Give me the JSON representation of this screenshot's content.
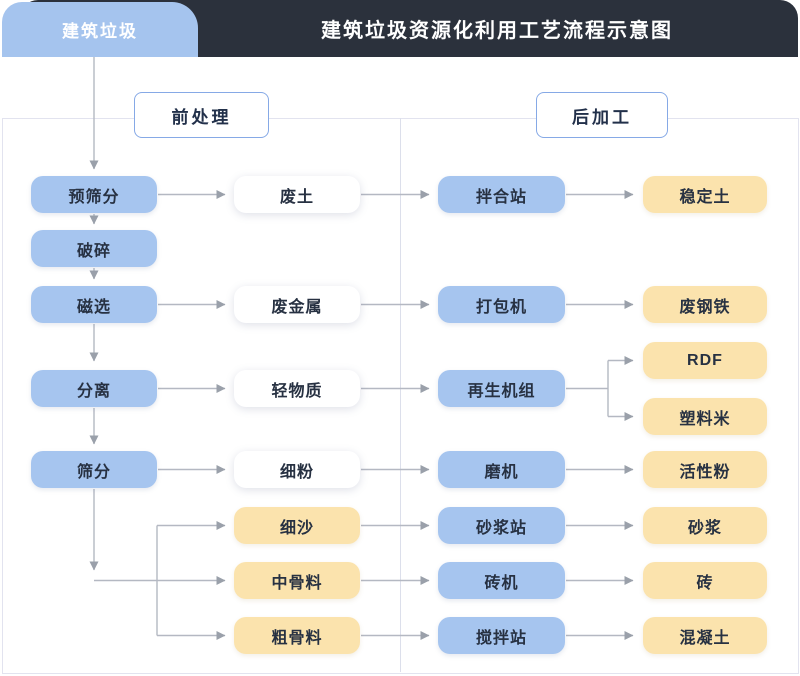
{
  "header": {
    "tab": "建筑垃圾",
    "title": "建筑垃圾资源化利用工艺流程示意图"
  },
  "sections": {
    "pre": "前处理",
    "post": "后加工"
  },
  "flow": {
    "stages": [
      "预筛分",
      "破碎",
      "磁选",
      "分离",
      "筛分"
    ],
    "materials": [
      "废土",
      "废金属",
      "轻物质",
      "细粉",
      "细沙",
      "中骨料",
      "粗骨料"
    ],
    "machines": [
      "拌合站",
      "打包机",
      "再生机组",
      "磨机",
      "砂浆站",
      "砖机",
      "搅拌站"
    ],
    "products": [
      "稳定土",
      "废钢铁",
      "RDF",
      "塑料米",
      "活性粉",
      "砂浆",
      "砖",
      "混凝土"
    ]
  },
  "colors": {
    "stage_blue": "#a6c5ef",
    "product_yellow": "#fbe3ad",
    "header_dark": "#2b313c",
    "section_border_blue": "#86a9e6",
    "connector_gray": "#b0b4bd",
    "text_navy": "#273142"
  }
}
